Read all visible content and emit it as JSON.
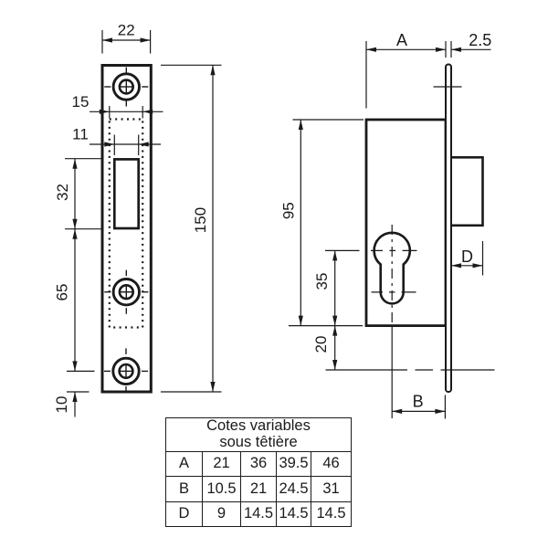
{
  "drawing_title": "Mortise lock technical drawing",
  "colors": {
    "line": "#1a1a1a",
    "background": "#ffffff"
  },
  "front_view": {
    "dims": {
      "plate_width": "22",
      "inset_width": "15",
      "slot_width": "11",
      "slot_height": "32",
      "hole_spacing": "65",
      "bottom_offset": "10",
      "plate_height": "150"
    }
  },
  "side_view": {
    "dims": {
      "body_depth": "A",
      "plate_thickness": "2.5",
      "body_height": "95",
      "cylinder_offset": "35",
      "axis_offset": "20",
      "bolt_depth": "D",
      "backset": "B"
    }
  },
  "table": {
    "title_line1": "Cotes variables",
    "title_line2": "sous têtière",
    "rows": [
      {
        "label": "A",
        "values": [
          "21",
          "36",
          "39.5",
          "46"
        ]
      },
      {
        "label": "B",
        "values": [
          "10.5",
          "21",
          "24.5",
          "31"
        ]
      },
      {
        "label": "D",
        "values": [
          "9",
          "14.5",
          "14.5",
          "14.5"
        ]
      }
    ]
  }
}
